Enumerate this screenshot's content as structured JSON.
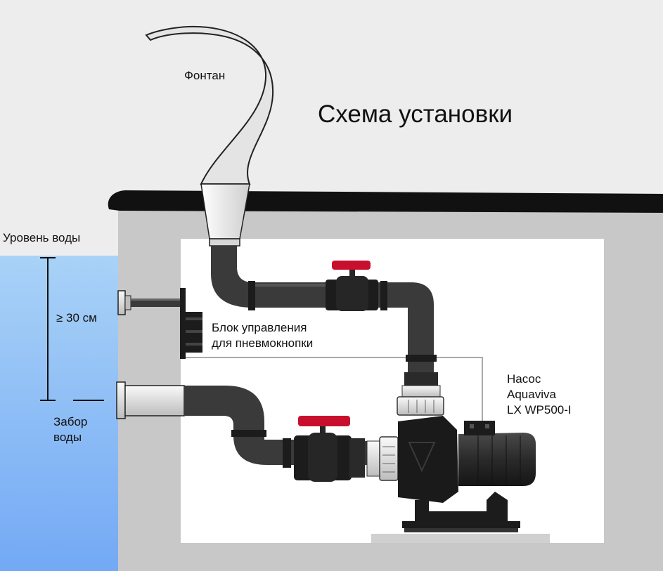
{
  "title": "Схема установки",
  "labels": {
    "fountain": "Фонтан",
    "water_level": "Уровень воды",
    "min_depth": "≥ 30 см",
    "control_unit_line1": "Блок управления",
    "control_unit_line2": "для пневмокнопки",
    "intake_line1": "Забор",
    "intake_line2": "воды",
    "pump_line1": "Насос",
    "pump_line2": "Aquaviva",
    "pump_line3": "LX WP500-I"
  },
  "colors": {
    "sky": "#ededed",
    "wall": "#c8c8c8",
    "room": "#ffffff",
    "deck": "#111111",
    "water_top": "#a9d2f7",
    "water_bottom": "#73a9f5",
    "pipe": "#3a3a3a",
    "valve_handle": "#c8102e",
    "nozzle": "#e2e2e2"
  }
}
